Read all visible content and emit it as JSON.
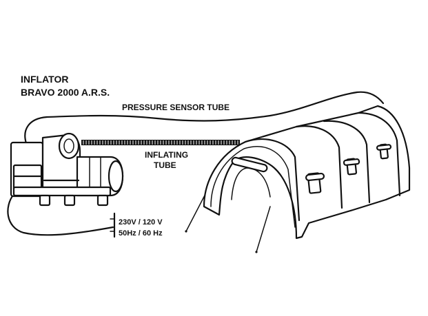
{
  "labels": {
    "inflator_title_line1": "INFLATOR",
    "inflator_title_line2": "BRAVO 2000 A.R.S.",
    "pressure_sensor_tube": "PRESSURE SENSOR TUBE",
    "inflating_tube_line1": "INFLATING",
    "inflating_tube_line2": "TUBE",
    "voltage": "230V / 120 V",
    "frequency": "50Hz / 60 Hz"
  },
  "colors": {
    "ink": "#111111",
    "background": "#ffffff"
  },
  "icons": [
    "inflator-pump-icon",
    "inflatable-tent-icon",
    "power-plug-icon"
  ]
}
